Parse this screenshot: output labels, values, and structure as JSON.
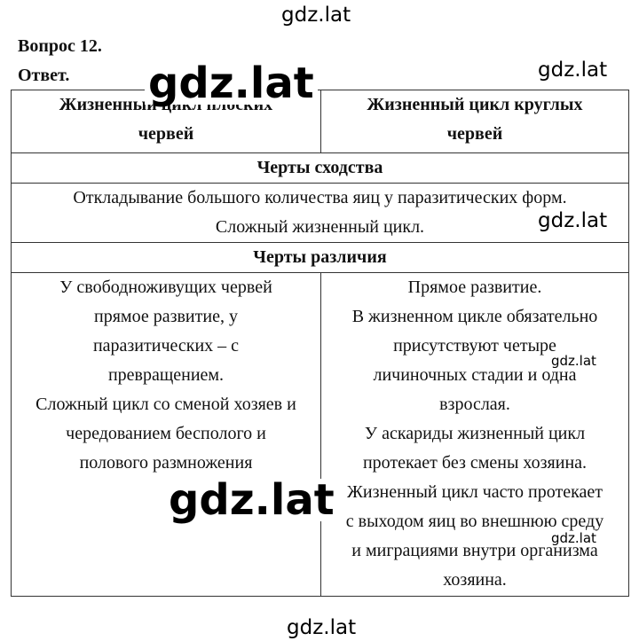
{
  "watermarks": {
    "top": "gdz.lat",
    "big1": "gdz.lat",
    "right1": "gdz.lat",
    "right2": "gdz.lat",
    "small1": "gdz.lat",
    "big2": "gdz.lat",
    "small2": "gdz.lat",
    "bottom": "gdz.lat"
  },
  "question_label": "Вопрос 12.",
  "answer_label": "Ответ.",
  "table": {
    "headers": {
      "left": [
        "Жизненный цикл плоских",
        "червей"
      ],
      "right": [
        "Жизненный цикл круглых",
        "червей"
      ]
    },
    "similarities": {
      "title": "Черты сходства",
      "lines": [
        "Откладывание большого количества яиц у паразитических форм.",
        "Сложный жизненный цикл."
      ]
    },
    "differences": {
      "title": "Черты различия",
      "left": [
        "У свободноживущих червей",
        "прямое развитие, у",
        "паразитических – с",
        "превращением.",
        "Сложный цикл со сменой хозяев и",
        "чередованием бесполого и",
        "полового размножения"
      ],
      "right": [
        "Прямое развитие.",
        "В жизненном цикле обязательно",
        "присутствуют четыре",
        "личиночных стадии и одна",
        "взрослая.",
        "У аскариды жизненный цикл",
        "протекает без смены хозяина.",
        "Жизненный цикл часто протекает",
        "с выходом яиц во внешнюю среду",
        "и миграциями внутри организма",
        "хозяина."
      ]
    }
  }
}
